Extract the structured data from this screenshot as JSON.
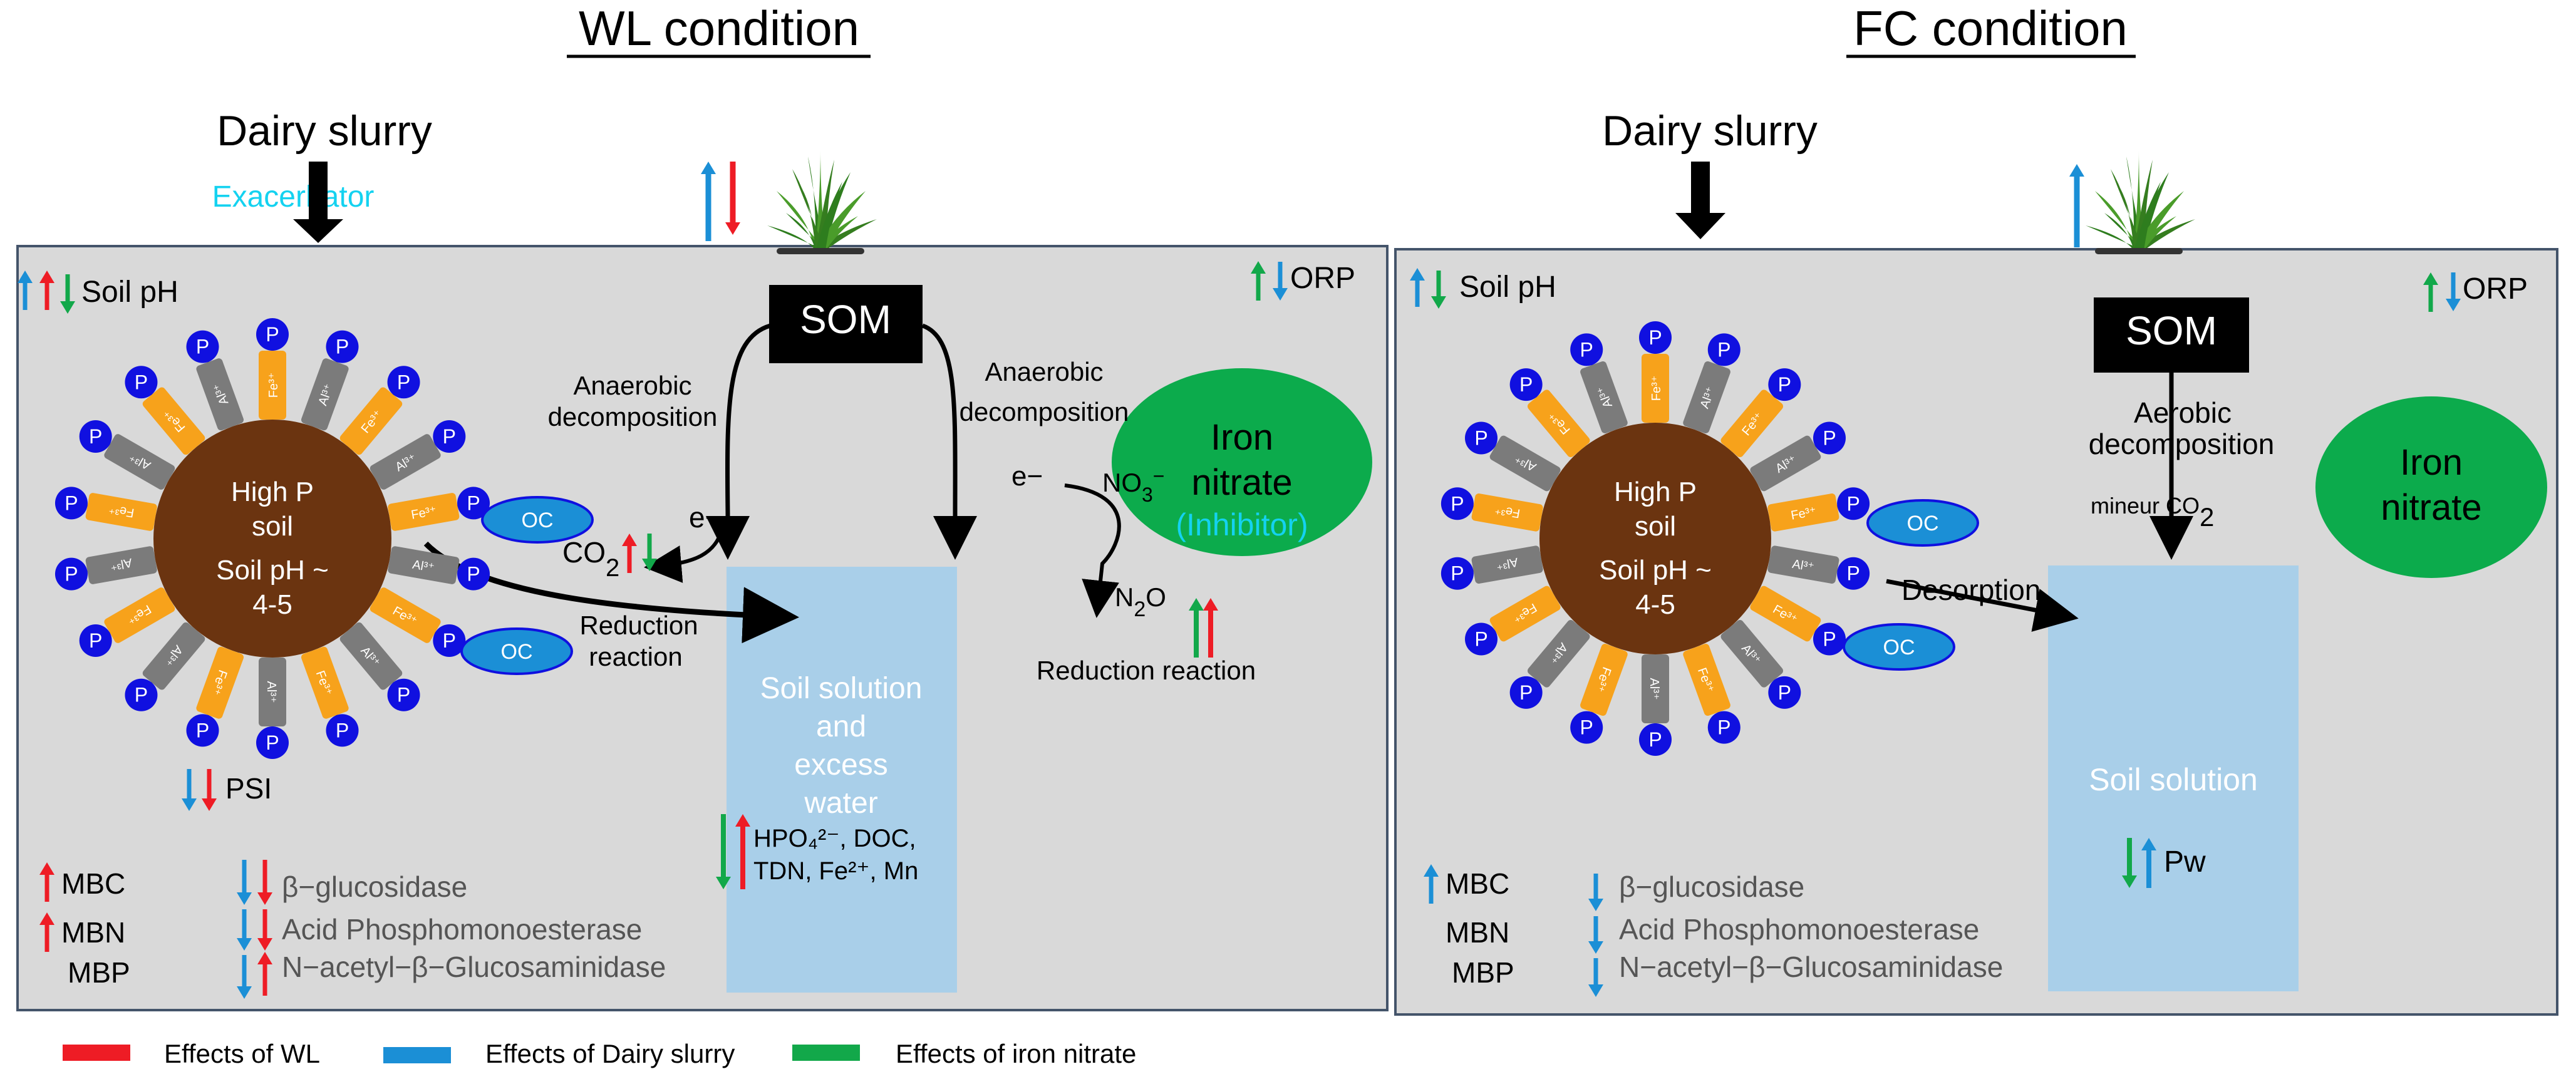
{
  "wl": {
    "title": "WL condition",
    "slurry_label": "Dairy slurry",
    "exacerbator": "Exacerbator",
    "soil_ph": "Soil pH",
    "orp": "ORP",
    "som": "SOM",
    "anaerobic_left": [
      "Anaerobic",
      "decomposition"
    ],
    "anaerobic_right": [
      "Anaerobic",
      "decomposition"
    ],
    "electron": "e−",
    "electron2": "e−",
    "co2": "CO",
    "co2_sub": "2",
    "reduction_left": [
      "Reduction",
      "reaction"
    ],
    "iron": [
      "Iron",
      "nitrate",
      "(Inhibitor)"
    ],
    "no3": "NO",
    "no3_sub": "3",
    "no3_sup": "−",
    "n2o": "N",
    "n2o_sub": "2",
    "n2o_tail": "O",
    "reduction_right": "Reduction reaction",
    "soil_solution": [
      "Soil solution",
      "and",
      "excess",
      "water"
    ],
    "solution_items": [
      "HPO₄²⁻, DOC,",
      "TDN, Fe²⁺, Mn"
    ],
    "high_p": [
      "High P",
      "soil"
    ],
    "soil_ph_value": [
      "Soil pH ~",
      "4-5"
    ],
    "psi": "PSI",
    "oc": "OC",
    "microbial": [
      "MBC",
      "MBN",
      "MBP"
    ],
    "enzymes": [
      "β−glucosidase",
      "Acid Phosphomonoesterase",
      "N−acetyl−β−Glucosaminidase"
    ]
  },
  "fc": {
    "title": "FC condition",
    "slurry_label": "Dairy slurry",
    "soil_ph": "Soil pH",
    "orp": "ORP",
    "som": "SOM",
    "aerobic": [
      "Aerobic",
      "decomposition"
    ],
    "mineur": "mineur CO",
    "mineur_sub": "2",
    "desorption": "Desorption",
    "iron": [
      "Iron",
      "nitrate"
    ],
    "soil_solution": "Soil solution",
    "pw": "Pw",
    "high_p": [
      "High P",
      "soil"
    ],
    "soil_ph_value": [
      "Soil pH ~",
      "4-5"
    ],
    "oc": "OC",
    "microbial": [
      "MBC",
      "MBN",
      "MBP"
    ],
    "enzymes": [
      "β−glucosidase",
      "Acid Phosphomonoesterase",
      "N−acetyl−β−Glucosaminidase"
    ]
  },
  "particle": {
    "p": "P",
    "fe": "Fe³⁺",
    "al": "Al³⁺"
  },
  "legend": [
    {
      "label": "Effects of WL",
      "color": "#ee1c25"
    },
    {
      "label": "Effects of Dairy slurry",
      "color": "#1b8fd6"
    },
    {
      "label": "Effects of iron nitrate",
      "color": "#12a84a"
    }
  ],
  "colors": {
    "red": "#ee1c25",
    "blue": "#1b8fd6",
    "green": "#12a84a",
    "panel": "#d9d9d9",
    "soil": "#6b3410",
    "iron": "#0cab4c",
    "solution": "#a9cfe9",
    "fe_tab": "#f7a21b",
    "al_tab": "#7b7b7b",
    "p_ball": "#1010e0"
  }
}
